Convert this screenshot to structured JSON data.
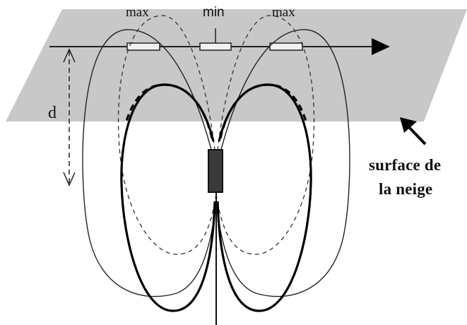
{
  "labels": {
    "max_left": "max",
    "min": "min",
    "max_right": "max",
    "depth": "d",
    "surface_line1": "surface de",
    "surface_line2": "la neige"
  },
  "colors": {
    "surface_plane": "#c8c8c8",
    "lines": "#111111",
    "probe": "#3a3a3a",
    "sensor_fill": "#f2f2f2"
  }
}
